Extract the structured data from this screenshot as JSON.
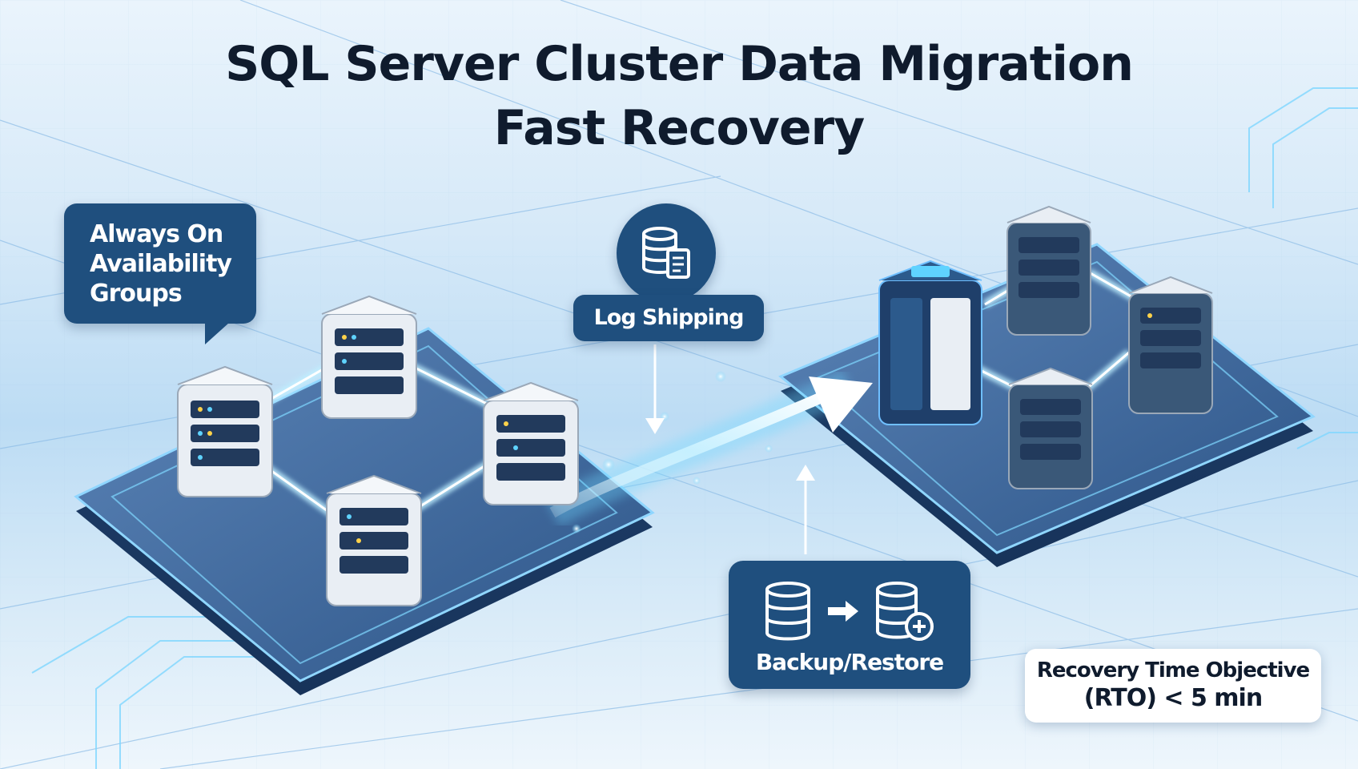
{
  "title": {
    "line1": "SQL Server Cluster Data Migration",
    "line2": "Fast Recovery"
  },
  "callouts": {
    "always_on": "Always On Availability Groups",
    "log_shipping": "Log Shipping",
    "backup_restore": "Backup/Restore"
  },
  "rto": {
    "line1": "Recovery Time Objective",
    "line2": "(RTO) < 5 min"
  },
  "icons": {
    "log_shipping": "database-document-icon",
    "backup_source": "database-icon",
    "backup_arrow": "arrow-right-icon",
    "backup_target": "database-gear-icon"
  },
  "colors": {
    "callout_bg": "#1f4f7e",
    "title_text": "#0f1b2d",
    "glow": "#5fd3ff",
    "platform": "#2b4f7e",
    "server_body": "#e9eef4"
  }
}
